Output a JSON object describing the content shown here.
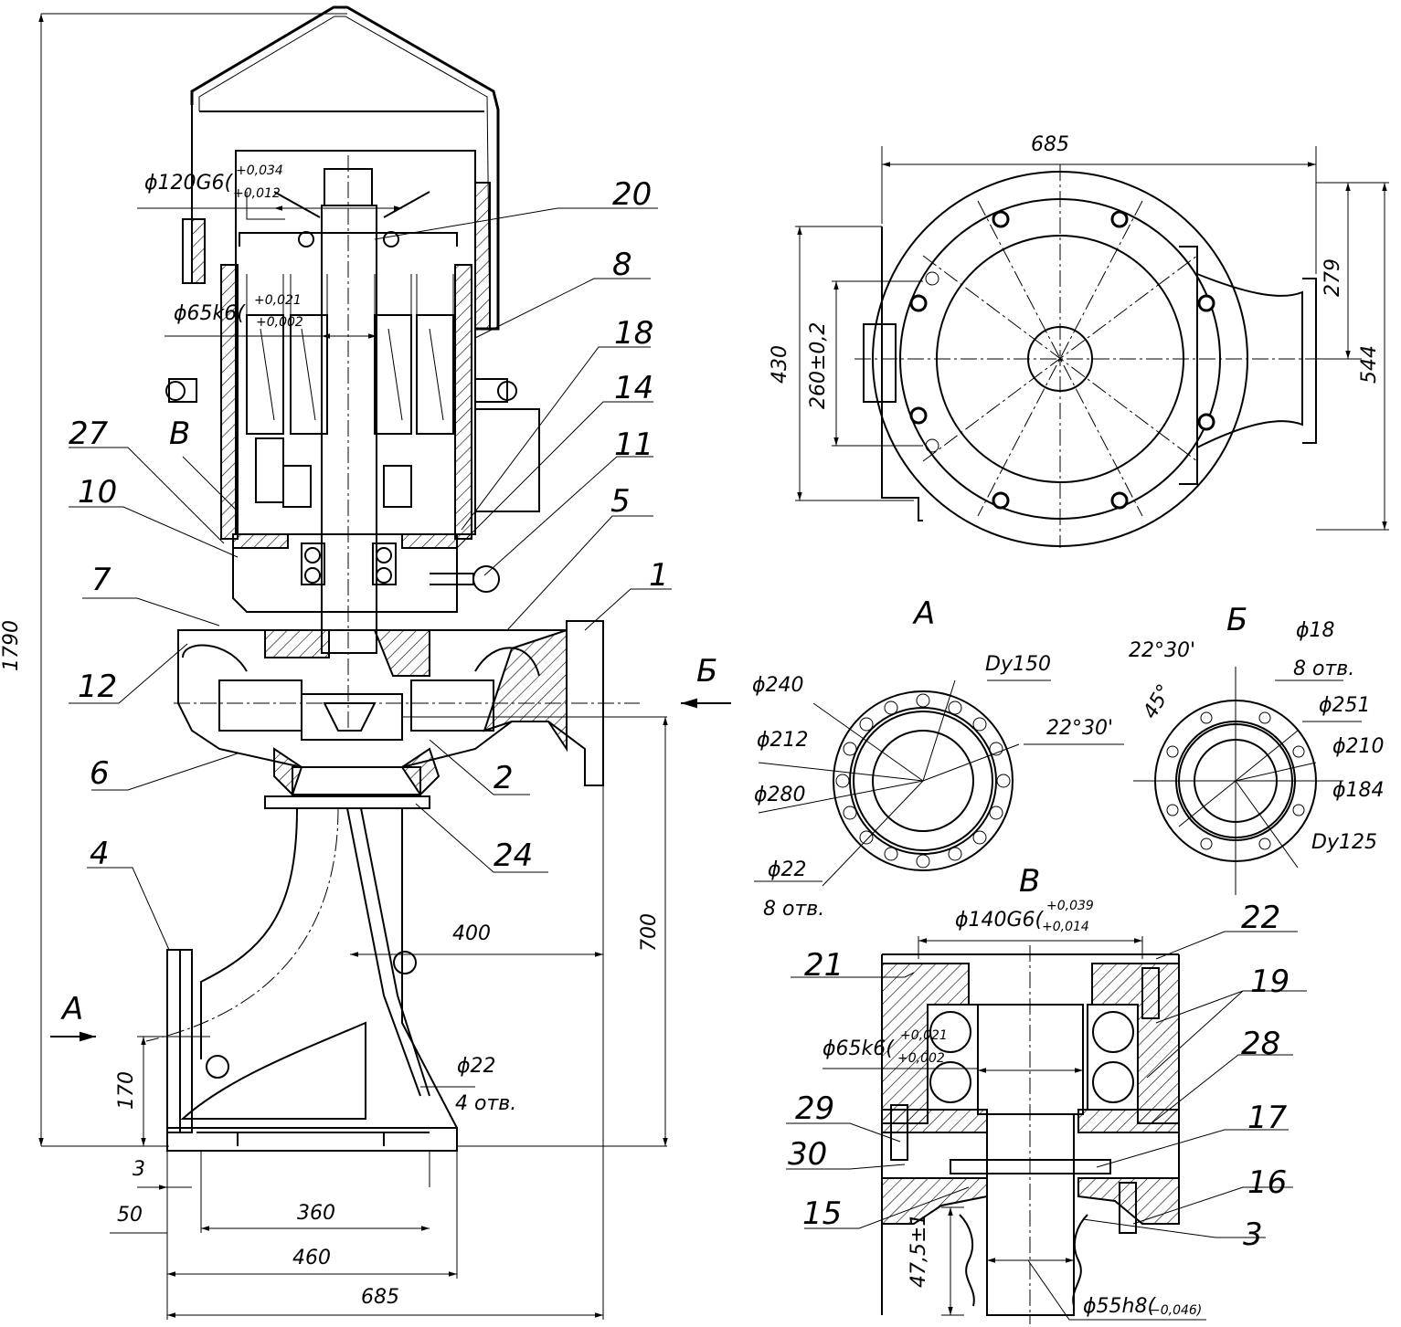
{
  "views": {
    "view_a": "А",
    "view_b": "Б",
    "view_v": "В",
    "view_v_small": "В",
    "arrow_a": "А",
    "arrow_b": "Б"
  },
  "callouts": {
    "c1": "1",
    "c2": "2",
    "c3": "3",
    "c4": "4",
    "c5": "5",
    "c6": "6",
    "c7": "7",
    "c8": "8",
    "c10": "10",
    "c11": "11",
    "c12": "12",
    "c14": "14",
    "c15": "15",
    "c16": "16",
    "c17": "17",
    "c18": "18",
    "c19": "19",
    "c20": "20",
    "c21": "21",
    "c22": "22",
    "c24": "24",
    "c27": "27",
    "c28": "28",
    "c29": "29",
    "c30": "30"
  },
  "dimensions": {
    "d1790": "1790",
    "d700": "700",
    "d400": "400",
    "d170": "170",
    "d3": "3",
    "d50": "50",
    "d360": "360",
    "d460": "460",
    "d685_bottom": "685",
    "d685_top": "685",
    "d430": "430",
    "d260": "260±0,2",
    "d279": "279",
    "d544": "544",
    "phi22_base": "ϕ22",
    "holes4": "4 отв.",
    "phi120": "ϕ120G6(",
    "tol120_up": "+0,034",
    "tol120_dn": "+0,012",
    "phi65a": "ϕ65k6(",
    "tol65a_up": "+0,021",
    "tol65a_dn": "+0,002",
    "phi240": "ϕ240",
    "phi212": "ϕ212",
    "phi280": "ϕ280",
    "phi22_a": "ϕ22",
    "holes8_a": "8 отв.",
    "dy150": "Dy150",
    "ang_a": "22°30'",
    "ang_b": "22°30'",
    "ang45": "45°",
    "phi18": "ϕ18",
    "holes8_b": "8 отв.",
    "phi251": "ϕ251",
    "phi210": "ϕ210",
    "phi184": "ϕ184",
    "dy125": "Dy125",
    "phi140": "ϕ140G6(",
    "tol140_up": "+0,039",
    "tol140_dn": "+0,014",
    "phi65b": "ϕ65k6(",
    "tol65b_up": "+0,021",
    "tol65b_dn": "+0,002",
    "d47": "47,5±1",
    "phi55": "ϕ55h8(",
    "tol55": "−0,046)"
  }
}
